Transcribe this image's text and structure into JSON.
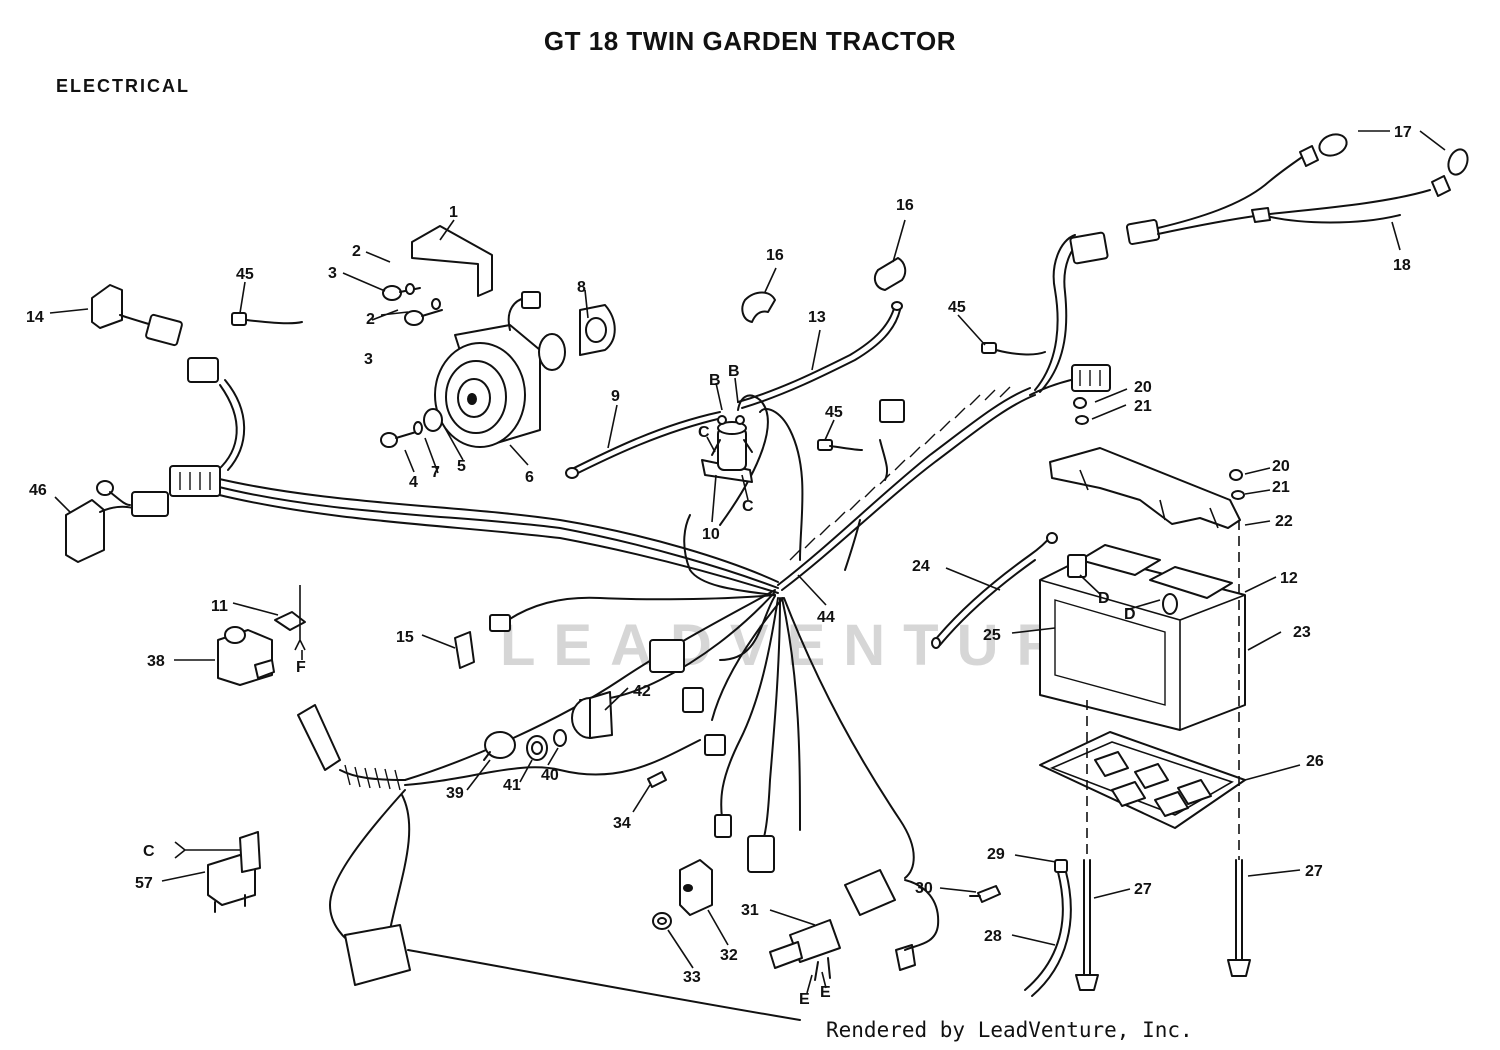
{
  "header": {
    "title": "GT 18 TWIN GARDEN TRACTOR",
    "section": "ELECTRICAL"
  },
  "watermark": "LEADVENTURE",
  "footer": "Rendered by LeadVenture, Inc.",
  "callouts": [
    {
      "name": "1",
      "text": "1"
    },
    {
      "name": "2a",
      "text": "2"
    },
    {
      "name": "2b",
      "text": "2"
    },
    {
      "name": "3a",
      "text": "3"
    },
    {
      "name": "3b",
      "text": "3"
    },
    {
      "name": "4",
      "text": "4"
    },
    {
      "name": "5",
      "text": "5"
    },
    {
      "name": "6",
      "text": "6"
    },
    {
      "name": "7",
      "text": "7"
    },
    {
      "name": "8",
      "text": "8"
    },
    {
      "name": "9",
      "text": "9"
    },
    {
      "name": "10",
      "text": "10"
    },
    {
      "name": "11",
      "text": "11"
    },
    {
      "name": "12",
      "text": "12"
    },
    {
      "name": "13",
      "text": "13"
    },
    {
      "name": "14",
      "text": "14"
    },
    {
      "name": "15",
      "text": "15"
    },
    {
      "name": "16a",
      "text": "16"
    },
    {
      "name": "16b",
      "text": "16"
    },
    {
      "name": "17",
      "text": "17"
    },
    {
      "name": "18",
      "text": "18"
    },
    {
      "name": "20a",
      "text": "20"
    },
    {
      "name": "21a",
      "text": "21"
    },
    {
      "name": "20b",
      "text": "20"
    },
    {
      "name": "21b",
      "text": "21"
    },
    {
      "name": "22",
      "text": "22"
    },
    {
      "name": "23",
      "text": "23"
    },
    {
      "name": "24",
      "text": "24"
    },
    {
      "name": "25",
      "text": "25"
    },
    {
      "name": "26",
      "text": "26"
    },
    {
      "name": "27a",
      "text": "27"
    },
    {
      "name": "27b",
      "text": "27"
    },
    {
      "name": "28",
      "text": "28"
    },
    {
      "name": "29",
      "text": "29"
    },
    {
      "name": "30",
      "text": "30"
    },
    {
      "name": "31",
      "text": "31"
    },
    {
      "name": "32",
      "text": "32"
    },
    {
      "name": "33",
      "text": "33"
    },
    {
      "name": "34",
      "text": "34"
    },
    {
      "name": "38",
      "text": "38"
    },
    {
      "name": "39",
      "text": "39"
    },
    {
      "name": "40",
      "text": "40"
    },
    {
      "name": "41",
      "text": "41"
    },
    {
      "name": "42",
      "text": "42"
    },
    {
      "name": "44",
      "text": "44"
    },
    {
      "name": "45a",
      "text": "45"
    },
    {
      "name": "45b",
      "text": "45"
    },
    {
      "name": "45c",
      "text": "45"
    },
    {
      "name": "46",
      "text": "46"
    },
    {
      "name": "57",
      "text": "57"
    },
    {
      "name": "Ba",
      "text": "B"
    },
    {
      "name": "Bb",
      "text": "B"
    },
    {
      "name": "Ca",
      "text": "C"
    },
    {
      "name": "Cb",
      "text": "C"
    },
    {
      "name": "Cc",
      "text": "C"
    },
    {
      "name": "Da",
      "text": "D"
    },
    {
      "name": "Db",
      "text": "D"
    },
    {
      "name": "Ea",
      "text": "E"
    },
    {
      "name": "Eb",
      "text": "E"
    },
    {
      "name": "F",
      "text": "F"
    }
  ]
}
